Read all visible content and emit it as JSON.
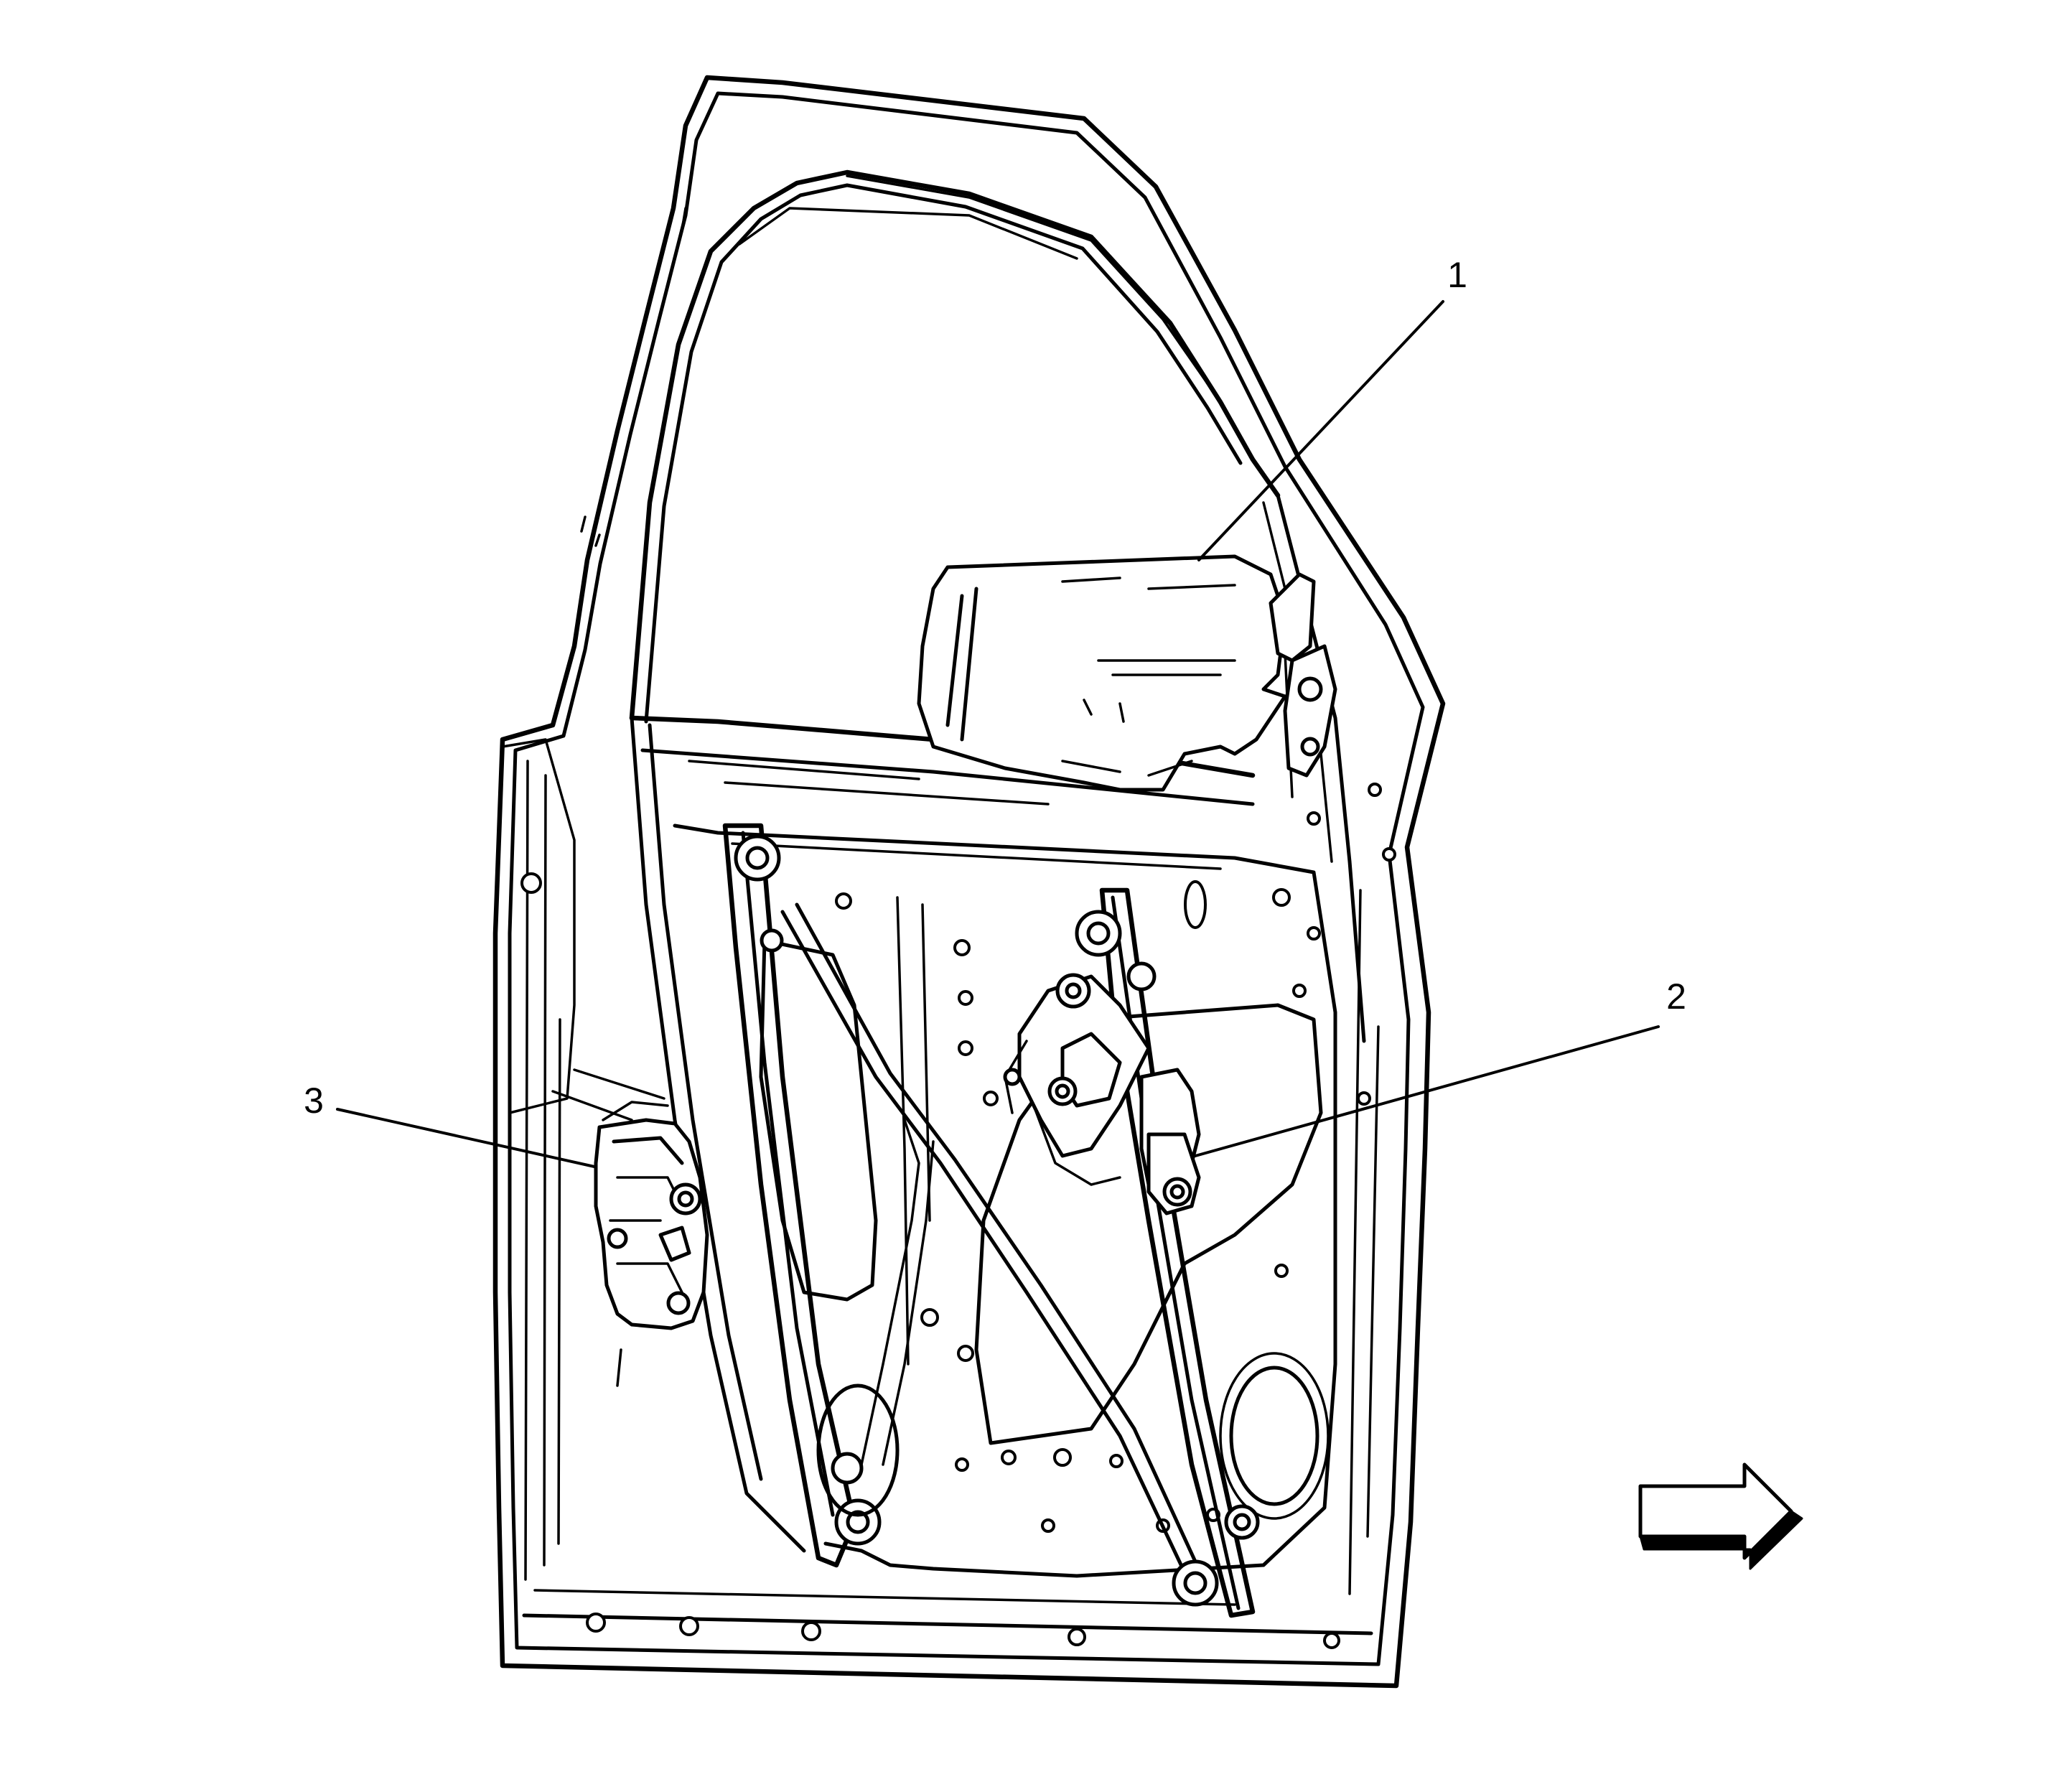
{
  "callouts": [
    {
      "number": "1",
      "part": "mirror"
    },
    {
      "number": "2",
      "part": "window-regulator-motor"
    },
    {
      "number": "3",
      "part": "door-latch"
    }
  ],
  "orientation_arrow": {
    "icon": "front-direction-arrow-icon"
  }
}
